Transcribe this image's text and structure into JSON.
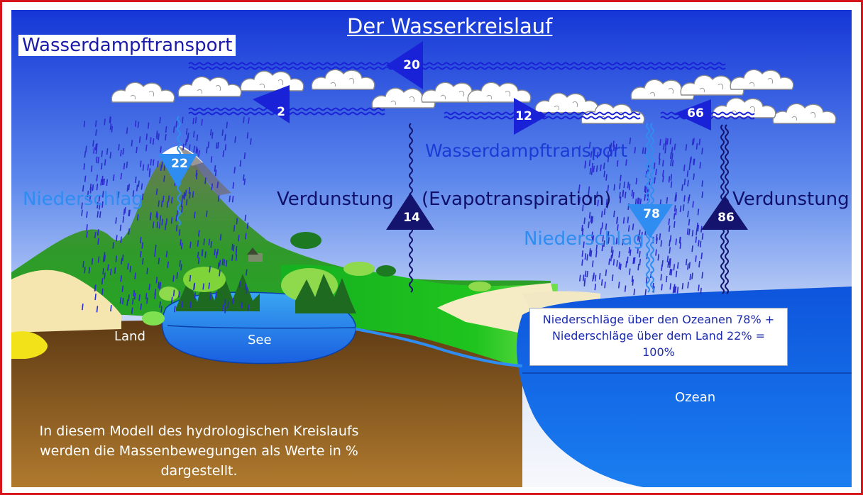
{
  "title": "Der Wasserkreislauf",
  "labels": {
    "wasserdampftransport_top": "Wasserdampftransport",
    "wasserdampftransport_mid": "Wasserdampftransport",
    "niederschlag_left": "Niederschlag",
    "niederschlag_right": "Niederschlag",
    "verdunstung_left": "Verdunstung",
    "evapotranspiration": "(Evapotranspiration)",
    "verdunstung_right": "Verdunstung",
    "land": "Land",
    "see": "See",
    "ozean": "Ozean"
  },
  "flows": {
    "vapor_transport_total": "20",
    "vapor_transport_to_mountain": "2",
    "vapor_transport_ocean_to_land": "12",
    "vapor_transport_ocean": "66",
    "precipitation_land": "22",
    "evapotranspiration_land": "14",
    "precipitation_ocean": "78",
    "evaporation_ocean": "86"
  },
  "note": {
    "line1": "Niederschläge über den Ozeanen 78% +",
    "line2": "Niederschläge über dem Land 22% =",
    "line3": "100%"
  },
  "caption": {
    "line1": "In diesem Modell des hydrologischen Kreislaufs",
    "line2": "werden die Massenbewegungen als Werte in %",
    "line3": "dargestellt."
  },
  "colors": {
    "frame": "#d8141b",
    "sky_top": "#1a3ad8",
    "sky_bottom": "#f2f5fb",
    "arrow_blue": "#1a22d8",
    "arrow_dark": "#14146e",
    "precip_blue": "#2f8cf0",
    "ocean": "#1166e6",
    "soil": "#7a4d22"
  }
}
